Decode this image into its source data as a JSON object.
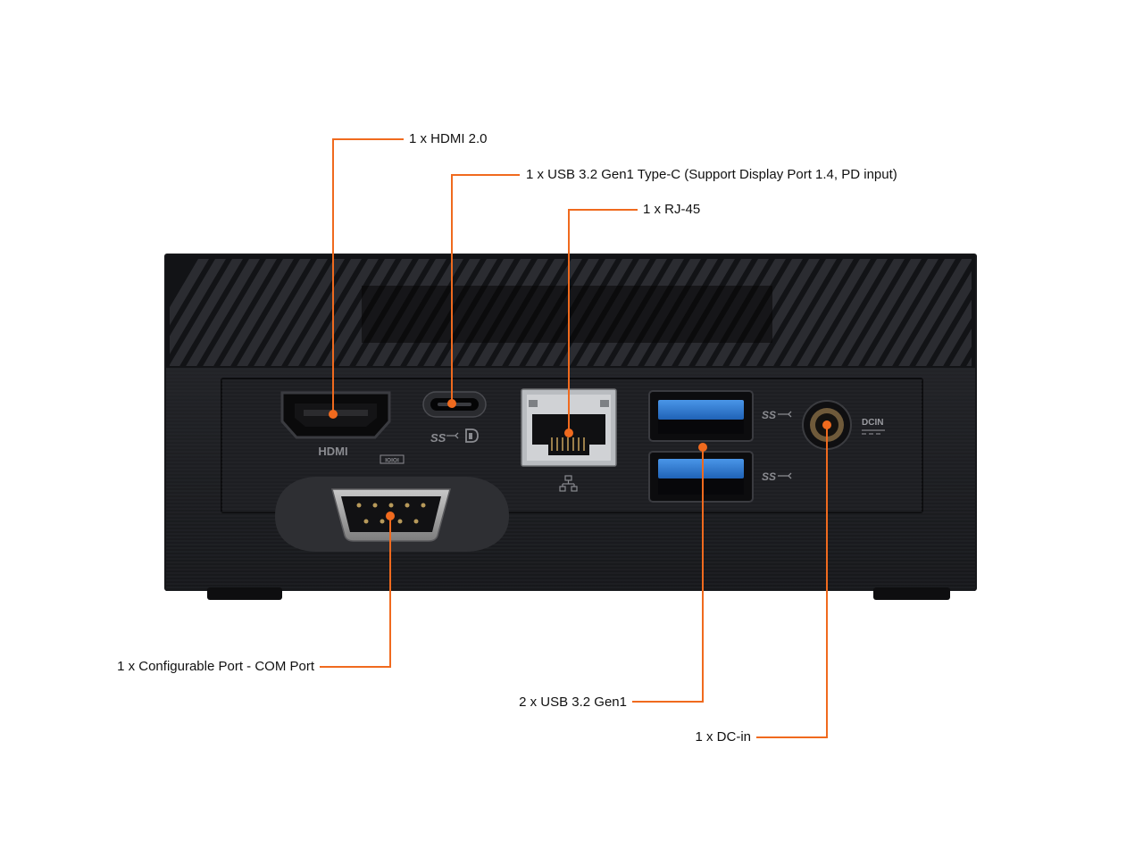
{
  "colors": {
    "accent": "#f06a1e",
    "chassis": "#1b1c1f",
    "usb_blue": "#2f7fd6",
    "label_text": "#111111"
  },
  "callouts": {
    "hdmi": "1 x HDMI 2.0",
    "usb_c": "1 x USB 3.2 Gen1 Type-C (Support Display Port 1.4, PD input)",
    "rj45": "1 x RJ-45",
    "com": "1 x Configurable Port - COM Port",
    "usb_a": "2 x USB 3.2 Gen1",
    "dc_in": "1 x DC-in"
  },
  "port_markings": {
    "hdmi": "HDMI",
    "com": "IOIOI",
    "usb_c": "SS",
    "dcin": "DCIN",
    "usb_a_top": "SS",
    "usb_a_bottom": "SS"
  },
  "icons": [
    "network-icon",
    "superspeed-usb-icon",
    "displayport-icon"
  ]
}
